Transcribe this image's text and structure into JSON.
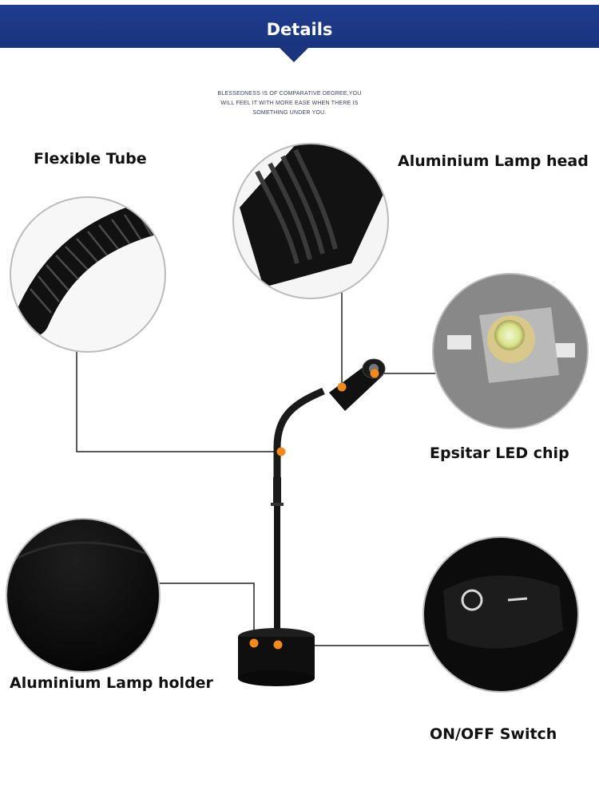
{
  "header": {
    "title": "Details"
  },
  "tagline": {
    "line1": "BLESSEDNESS IS OF COMPARATIVE DEGREE,YOU",
    "line2": "WILL FEEL IT WITH MORE EASE WHEN THERE IS",
    "line3": "SOMETHING UNDER YOU."
  },
  "callouts": {
    "flexible_tube": "Flexible Tube",
    "lamp_head": "Aluminium Lamp head",
    "led_chip": "Epsitar LED chip",
    "lamp_holder": "Aluminium Lamp holder",
    "switch": "ON/OFF Switch"
  },
  "colors": {
    "banner": "#1f3c8e",
    "marker": "#f28a1e",
    "leader_line": "#222222"
  }
}
